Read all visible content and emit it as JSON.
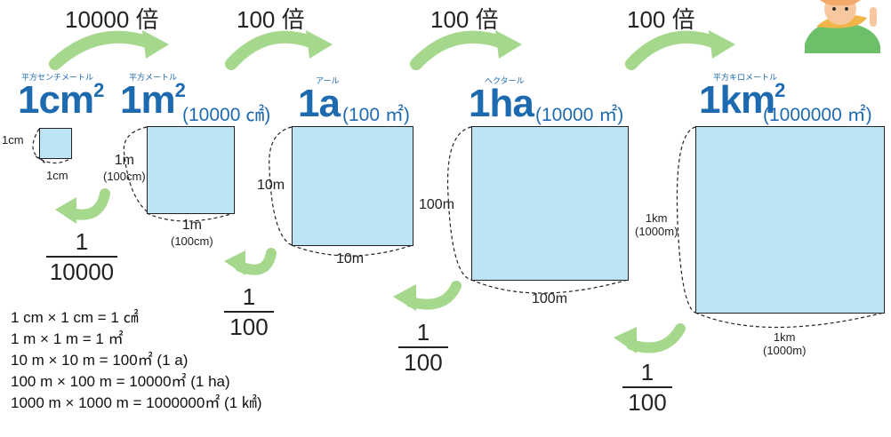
{
  "multipliers": {
    "m1": "10000 倍",
    "m2": "100 倍",
    "m3": "100 倍",
    "m4": "100 倍"
  },
  "units": {
    "cm2": {
      "ruby": "平方センチメートル",
      "label": "1cm",
      "exp": "2",
      "equiv": ""
    },
    "m2": {
      "ruby": "平方メートル",
      "label": "1m",
      "exp": "2",
      "equiv": "(10000 ㎠)"
    },
    "a": {
      "ruby": "アール",
      "label": "1a",
      "exp": "",
      "equiv": "(100 ㎡)"
    },
    "ha": {
      "ruby": "ヘクタール",
      "label": "1ha",
      "exp": "",
      "equiv": "(10000 ㎡)"
    },
    "km2": {
      "ruby": "平方キロメートル",
      "label": "1km",
      "exp": "2",
      "equiv": "(1000000 ㎡)"
    }
  },
  "sides": {
    "cm_left": "1cm",
    "cm_bottom": "1cm",
    "m_left": "1m",
    "m_left_sub": "(100cm)",
    "m_bottom": "1m",
    "m_bottom_sub": "(100cm)",
    "a_left": "10m",
    "a_bottom": "10m",
    "ha_left": "100m",
    "ha_bottom": "100m",
    "km_left": "1km",
    "km_left_sub": "(1000m)",
    "km_bottom": "1km",
    "km_bottom_sub": "(1000m)"
  },
  "fractions": {
    "f1": {
      "num": "1",
      "den": "10000"
    },
    "f2": {
      "num": "1",
      "den": "100"
    },
    "f3": {
      "num": "1",
      "den": "100"
    },
    "f4": {
      "num": "1",
      "den": "100"
    }
  },
  "formulas": [
    "1 cm × 1 cm = 1 ㎠",
    "1 m × 1 m = 1 ㎡",
    "10 m × 10 m = 100㎡ (1 a)",
    "100 m × 100 m = 10000㎡ (1 ha)",
    "1000 m × 1000 m = 1000000㎡ (1 ㎢)"
  ],
  "colors": {
    "arrow": "#a5d88c",
    "square": "#bde4f5",
    "unit_text": "#1e6ab0"
  }
}
